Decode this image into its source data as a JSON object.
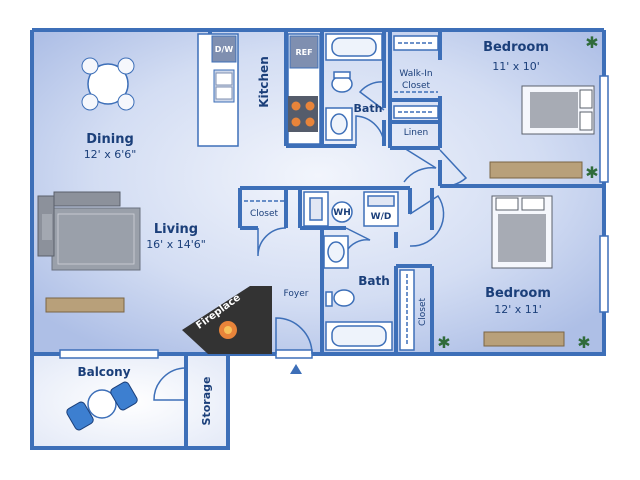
{
  "rooms": {
    "dining": {
      "name": "Dining",
      "dims": "12' x 6'6\""
    },
    "living": {
      "name": "Living",
      "dims": "16' x 14'6\""
    },
    "kitchen": {
      "name": "Kitchen"
    },
    "bath_top": {
      "name": "Bath"
    },
    "bath_bottom": {
      "name": "Bath"
    },
    "bedroom_top": {
      "name": "Bedroom",
      "dims": "11' x 10'"
    },
    "bedroom_bottom": {
      "name": "Bedroom",
      "dims": "12' x 11'"
    },
    "walkin": {
      "line1": "Walk-In",
      "line2": "Closet"
    },
    "linen": {
      "name": "Linen"
    },
    "closet_left": {
      "name": "Closet"
    },
    "closet_right": {
      "name": "Closet"
    },
    "foyer": {
      "name": "Foyer"
    },
    "fireplace": {
      "name": "Fireplace"
    },
    "balcony": {
      "name": "Balcony"
    },
    "storage": {
      "name": "Storage"
    }
  },
  "appliances": {
    "dw": "D/W",
    "ref": "REF",
    "wh": "WH",
    "wd": "W/D"
  },
  "colors": {
    "wall": "#3d6fb8",
    "floor_light": "#e9eef9",
    "floor_mid": "#c3d0ee",
    "label": "#1b3f7a"
  }
}
